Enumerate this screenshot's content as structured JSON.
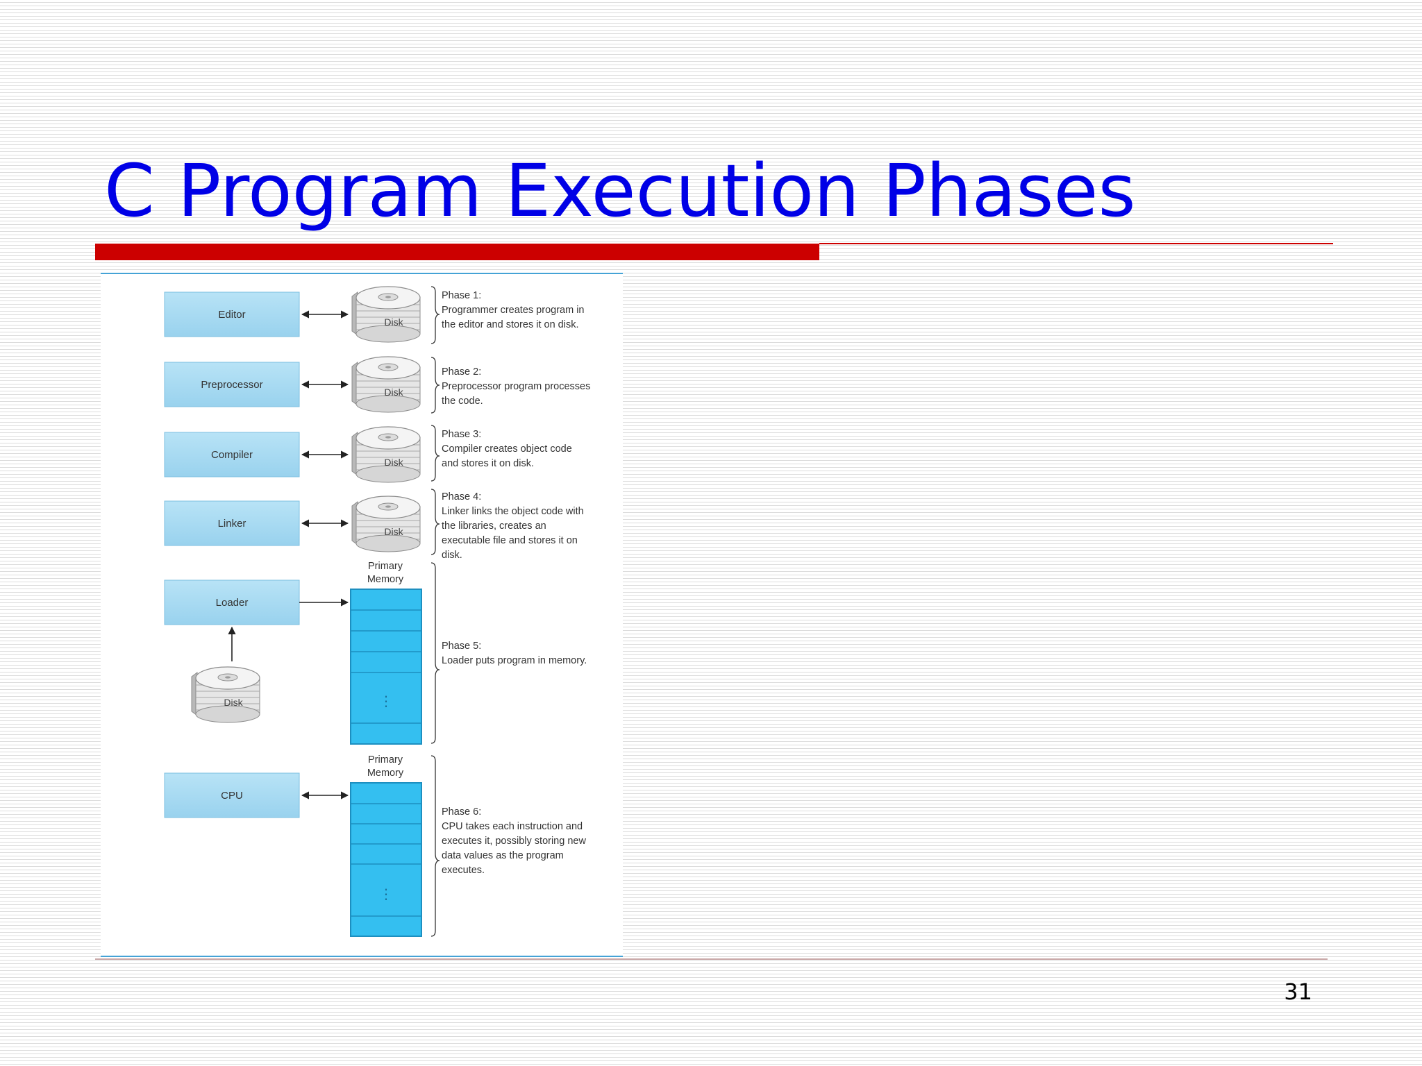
{
  "slide": {
    "title": "C Program Execution Phases",
    "page_number": "31"
  },
  "diagram": {
    "stages": [
      {
        "label": "Editor"
      },
      {
        "label": "Preprocessor"
      },
      {
        "label": "Compiler"
      },
      {
        "label": "Linker"
      },
      {
        "label": "Loader"
      },
      {
        "label": "CPU"
      }
    ],
    "disk_label": "Disk",
    "memory_label_line1": "Primary",
    "memory_label_line2": "Memory",
    "memory_ellipsis": "⋮",
    "phases": [
      {
        "label": "Phase 1:",
        "text": "Programmer creates program in the editor and stores it on disk."
      },
      {
        "label": "Phase 2:",
        "text": "Preprocessor program processes the code."
      },
      {
        "label": "Phase 3:",
        "text": "Compiler creates object code and stores it on disk."
      },
      {
        "label": "Phase 4:",
        "text": "Linker links the object code with the libraries, creates an executable file and stores it on disk."
      },
      {
        "label": "Phase 5:",
        "text": "Loader puts program in memory."
      },
      {
        "label": "Phase 6:",
        "text": "CPU takes each instruction and executes it, possibly storing new data values as the program executes."
      }
    ],
    "colors": {
      "stage_box": "#a9dcf2",
      "memory_fill": "#34bff0",
      "figure_border": "#45a3d6"
    }
  }
}
